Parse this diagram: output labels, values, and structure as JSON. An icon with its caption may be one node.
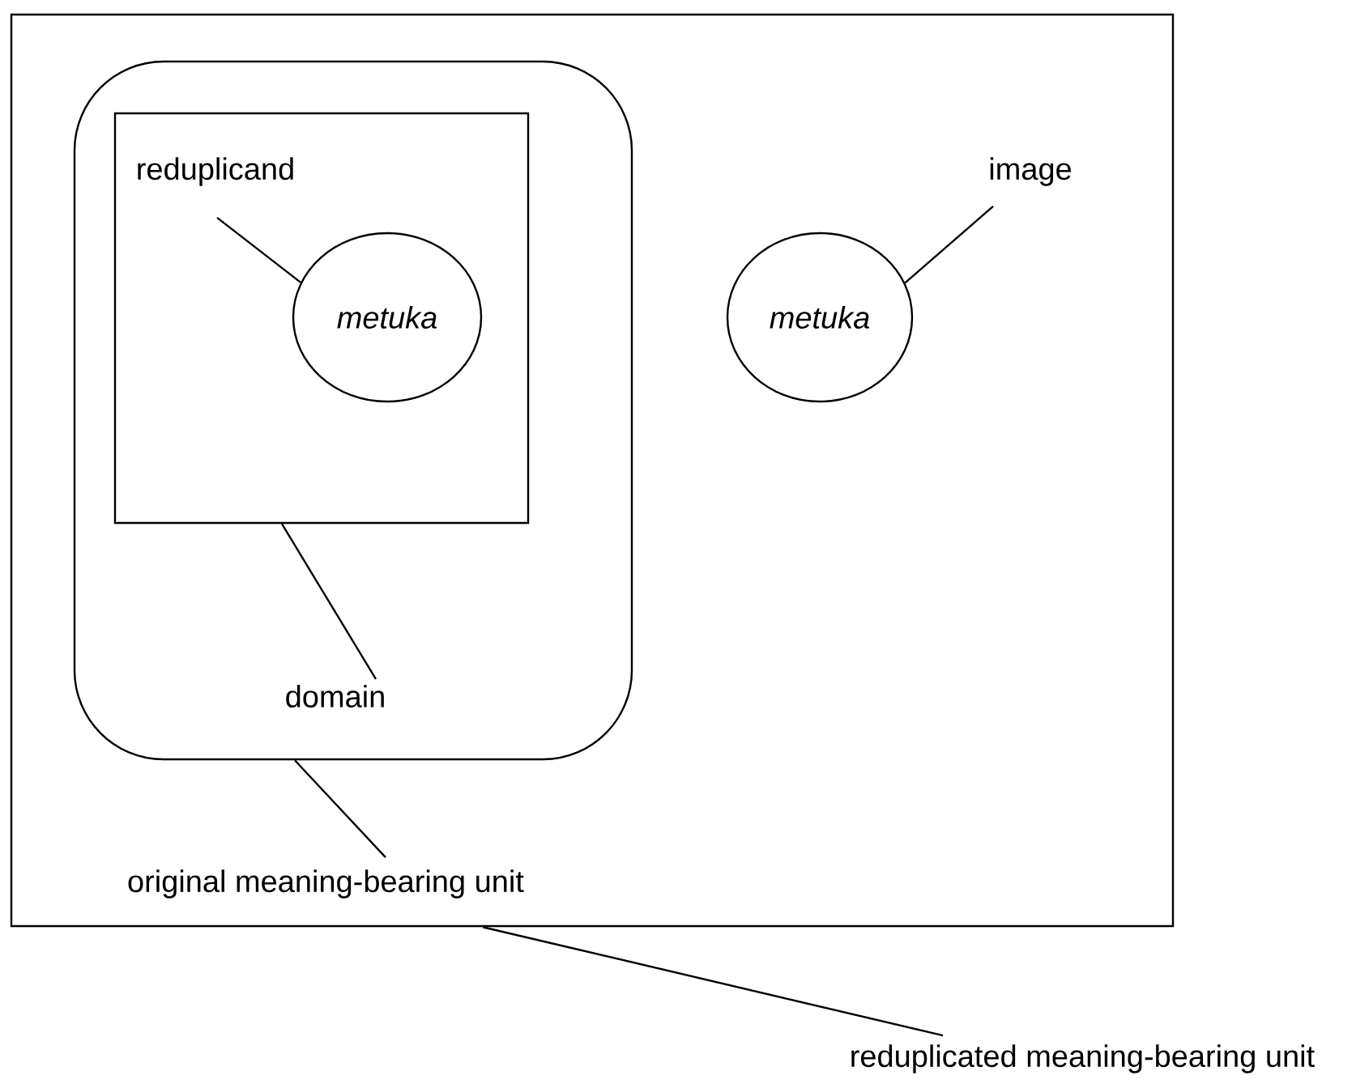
{
  "diagram": {
    "nodes": [
      {
        "text": [],
        "shape": "box"
      },
      {
        "text": [],
        "shape": "box",
        "in": 0
      },
      {
        "text": [],
        "shape": "box",
        "in": 1
      },
      {
        "text": [
          "reduplicand"
        ],
        "in": 2
      },
      {
        "text": [
          "metuka"
        ],
        "in": 2
      },
      {
        "text": [
          "metuka"
        ],
        "in": 0
      },
      {
        "text": [
          "image"
        ],
        "in": 0
      },
      {
        "text": [
          "domain"
        ],
        "in": 1
      },
      {
        "text": [
          "original meaning-bearing unit"
        ],
        "in": 0
      },
      {
        "text": [
          "reduplicated meaning-bearing unit"
        ]
      }
    ],
    "edges": [
      {
        "from": 3,
        "to": 4,
        "arrow": "none"
      },
      {
        "from": 6,
        "to": 5,
        "arrow": "none"
      },
      {
        "from": 7,
        "to": 2,
        "arrow": "none"
      },
      {
        "from": 8,
        "to": 1,
        "arrow": "none"
      },
      {
        "from": 9,
        "to": 0,
        "arrow": "none"
      }
    ]
  }
}
